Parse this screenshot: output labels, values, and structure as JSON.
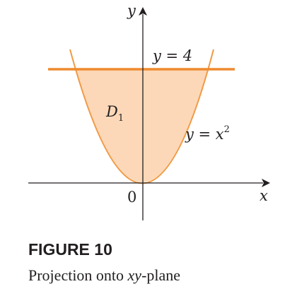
{
  "colors": {
    "region_fill": "#fcd8b8",
    "curve_stroke": "#f19a45",
    "line_stroke": "#ee8a2e",
    "axis": "#231f20"
  },
  "labels": {
    "y_axis": "y",
    "x_axis": "x",
    "origin": "0",
    "region_main": "D",
    "region_sub": "1",
    "line_label": "y = 4",
    "curve_label_base": "y = x",
    "curve_label_exp": "2"
  },
  "caption": {
    "title": "FIGURE 10",
    "text_prefix": "Projection onto ",
    "text_italic": "xy",
    "text_suffix": "-plane"
  }
}
